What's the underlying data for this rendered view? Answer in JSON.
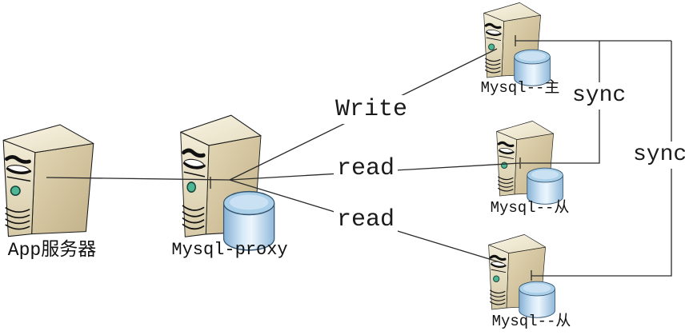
{
  "diagram": {
    "kind": "mysql-proxy-replication-architecture",
    "nodes": [
      {
        "id": "app-server",
        "label": "App服务器",
        "type": "server"
      },
      {
        "id": "mysql-proxy",
        "label": "Mysql-proxy",
        "type": "server-with-db"
      },
      {
        "id": "mysql-master",
        "label": "Mysql--主",
        "type": "server-with-db"
      },
      {
        "id": "mysql-slave-1",
        "label": "Mysql--从",
        "type": "server-with-db"
      },
      {
        "id": "mysql-slave-2",
        "label": "Mysql--从",
        "type": "server-with-db"
      }
    ],
    "edges": [
      {
        "from": "app-server",
        "to": "mysql-proxy",
        "label": ""
      },
      {
        "from": "mysql-proxy",
        "to": "mysql-master",
        "label": "Write"
      },
      {
        "from": "mysql-proxy",
        "to": "mysql-slave-1",
        "label": "read"
      },
      {
        "from": "mysql-proxy",
        "to": "mysql-slave-2",
        "label": "read"
      },
      {
        "from": "mysql-master",
        "to": "mysql-slave-1",
        "label": "sync"
      },
      {
        "from": "mysql-master",
        "to": "mysql-slave-2",
        "label": "sync"
      }
    ],
    "colors": {
      "background": "#ffffff",
      "line": "#2a2a2a",
      "text": "#111111",
      "tower_front": "#ece4cb",
      "tower_side": "#d0c09c",
      "tower_top": "#f4efdc",
      "power_button": "#4db695",
      "cylinder_body": "#b9d7ee",
      "cylinder_outline": "#33536e"
    }
  }
}
